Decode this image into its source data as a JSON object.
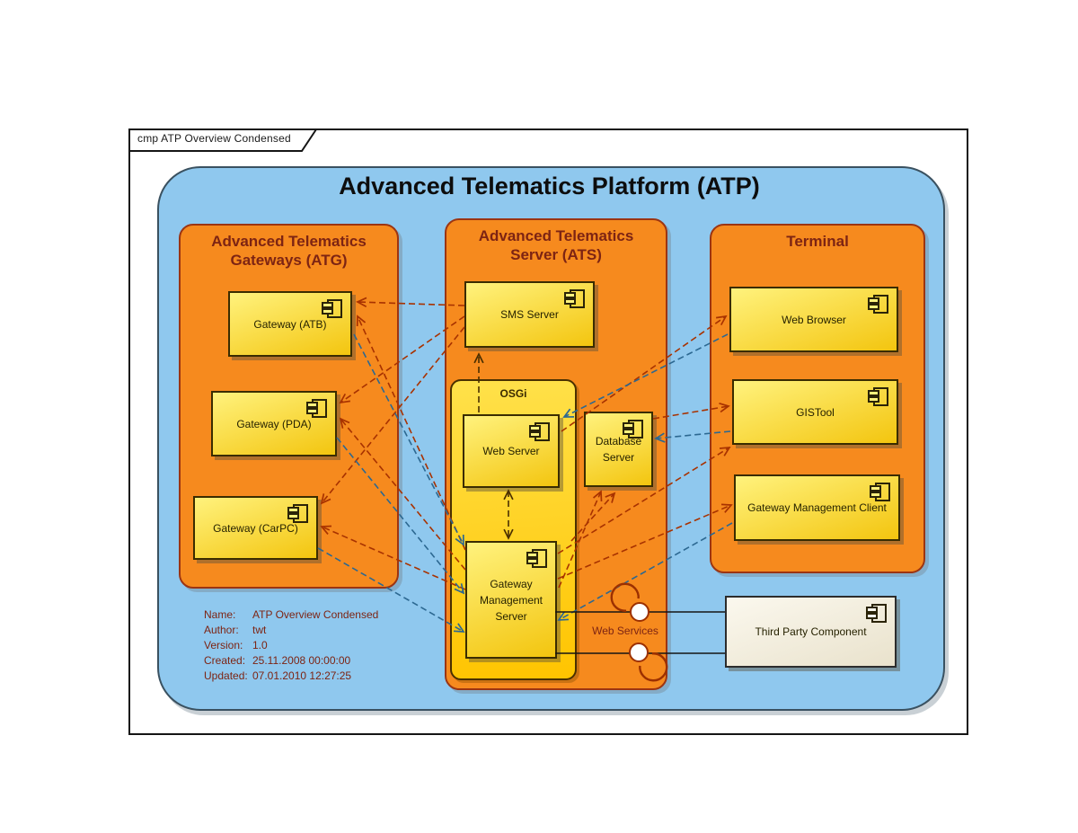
{
  "frame": {
    "label": "cmp ATP Overview Condensed"
  },
  "platform": {
    "title": "Advanced Telematics Platform (ATP)"
  },
  "groups": {
    "atg": {
      "title": "Advanced Telematics Gateways (ATG)"
    },
    "ats": {
      "title": "Advanced Telematics Server (ATS)"
    },
    "terminal": {
      "title": "Terminal"
    }
  },
  "osgi": {
    "label": "OSGi"
  },
  "components": [
    {
      "id": "atb",
      "label": "Gateway (ATB)"
    },
    {
      "id": "pda",
      "label": "Gateway (PDA)"
    },
    {
      "id": "carpc",
      "label": "Gateway (CarPC)"
    },
    {
      "id": "sms",
      "label": "SMS Server"
    },
    {
      "id": "webserver",
      "label": "Web Server"
    },
    {
      "id": "db",
      "label": "Database Server"
    },
    {
      "id": "gms",
      "label": "Gateway Management Server"
    },
    {
      "id": "webbrowser",
      "label": "Web Browser"
    },
    {
      "id": "gistool",
      "label": "GISTool"
    },
    {
      "id": "gmc",
      "label": "Gateway Management Client"
    },
    {
      "id": "tpc",
      "label": "Third Party Component",
      "variant": "cream"
    }
  ],
  "edges": [
    {
      "from": "sms",
      "to": "atb",
      "kind": "red"
    },
    {
      "from": "sms",
      "to": "pda",
      "kind": "red"
    },
    {
      "from": "sms",
      "to": "carpc",
      "kind": "red"
    },
    {
      "from": "gms",
      "to": "atb",
      "kind": "red"
    },
    {
      "from": "gms",
      "to": "pda",
      "kind": "red"
    },
    {
      "from": "gms",
      "to": "carpc",
      "kind": "red"
    },
    {
      "from": "atb",
      "to": "gms",
      "kind": "blue"
    },
    {
      "from": "pda",
      "to": "gms",
      "kind": "blue"
    },
    {
      "from": "carpc",
      "to": "gms",
      "kind": "blue"
    },
    {
      "from": "webserver",
      "to": "sms",
      "kind": "dark"
    },
    {
      "from": "webserver",
      "to": "gms",
      "kind": "dark-both"
    },
    {
      "from": "webserver",
      "to": "webbrowser",
      "kind": "red"
    },
    {
      "from": "webbrowser",
      "to": "webserver",
      "kind": "blue"
    },
    {
      "from": "db",
      "to": "gistool",
      "kind": "red"
    },
    {
      "from": "gistool",
      "to": "db",
      "kind": "blue"
    },
    {
      "from": "gms",
      "to": "gistool",
      "kind": "red"
    },
    {
      "from": "gms",
      "to": "gmc",
      "kind": "red"
    },
    {
      "from": "gmc",
      "to": "gms",
      "kind": "blue"
    },
    {
      "from": "gms",
      "to": "db",
      "kind": "red"
    },
    {
      "from": "gms",
      "to": "db",
      "kind": "red"
    }
  ],
  "web_services": {
    "label": "Web Services"
  },
  "metadata": {
    "rows": [
      {
        "label": "Name:",
        "value": "ATP Overview Condensed"
      },
      {
        "label": "Author:",
        "value": "twt"
      },
      {
        "label": "Version:",
        "value": "1.0"
      },
      {
        "label": "Created:",
        "value": "25.11.2008 00:00:00"
      },
      {
        "label": "Updated:",
        "value": "07.01.2010 12:27:25"
      }
    ]
  },
  "palette": {
    "orange": "#f68a1e",
    "platform_blue": "#8fc8ee",
    "component_yellow_light": "#fff27d",
    "component_yellow_deep": "#f3c50f",
    "osgi_yellow_light": "#ffe14a",
    "osgi_yellow_deep": "#ffc400",
    "cream_light": "#fbf8ee",
    "cream_deep": "#e9e2cc",
    "group_border": "#9c3512",
    "title_red": "#7d2413",
    "red_arrow": "#a83200",
    "blue_arrow": "#2c6891",
    "dark_arrow": "#4a2f00",
    "interface_ring": "#9c3000"
  }
}
